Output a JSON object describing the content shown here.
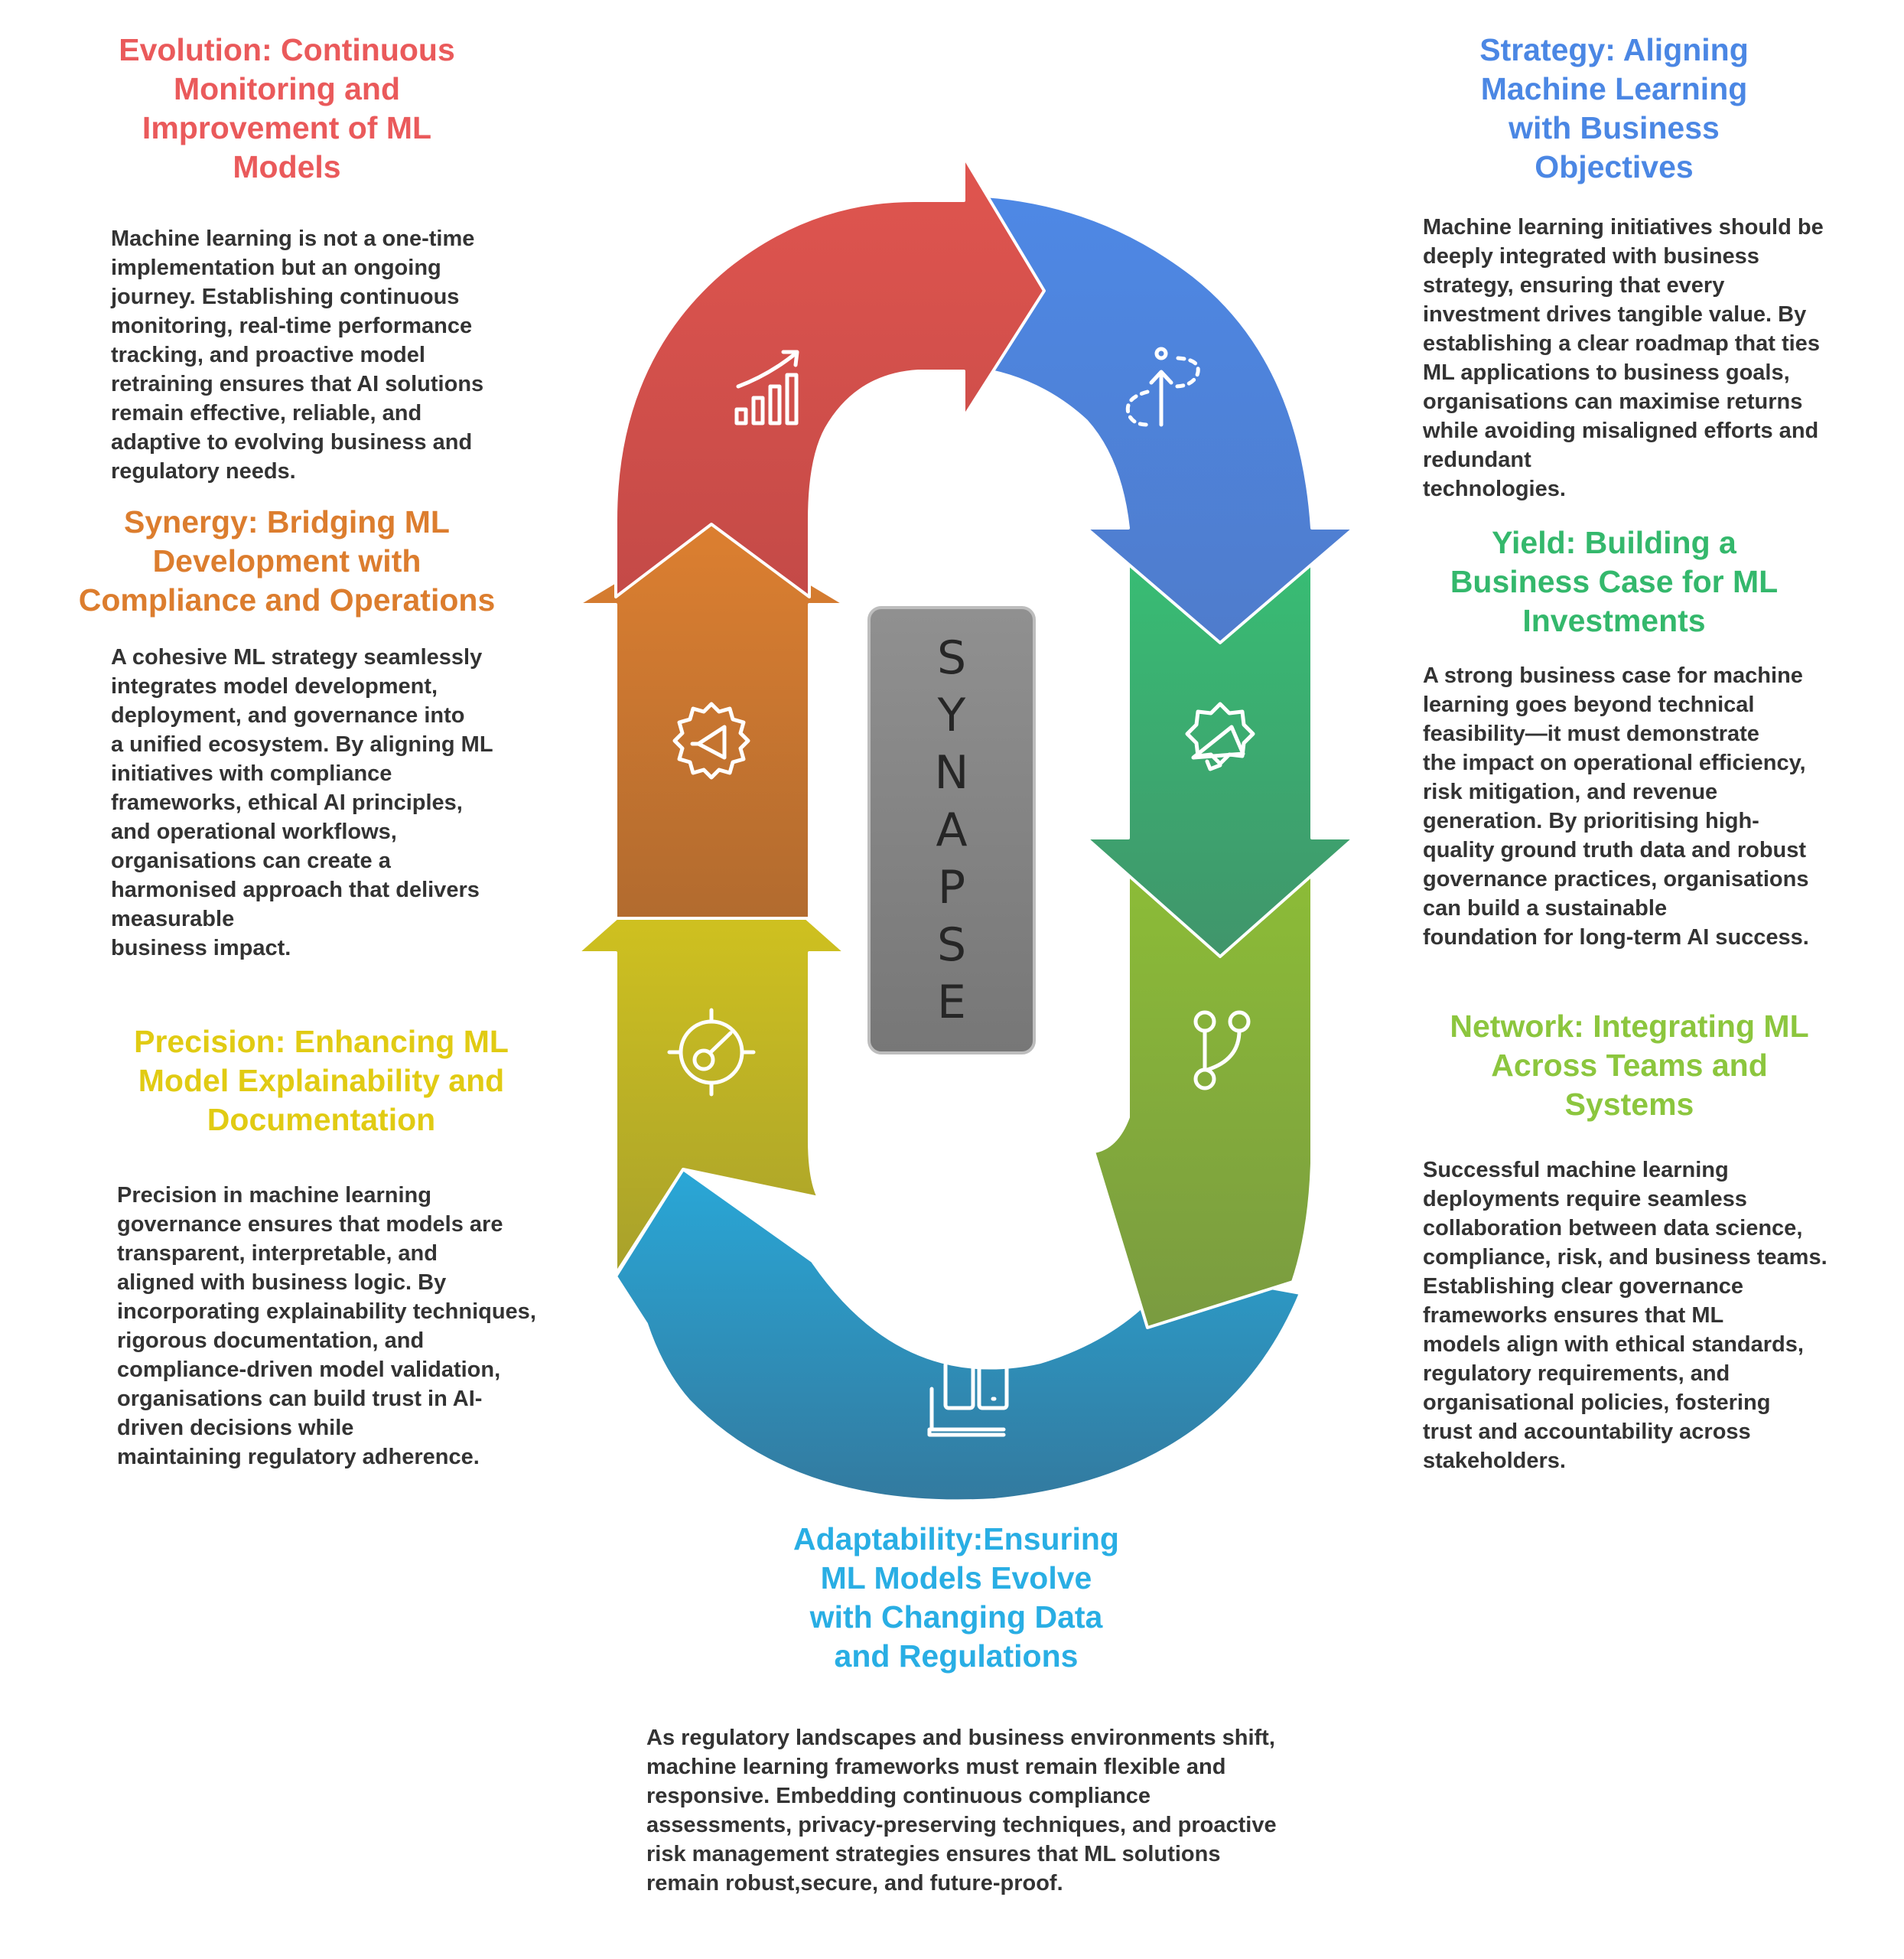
{
  "center": {
    "letters": [
      "S",
      "Y",
      "N",
      "A",
      "P",
      "S",
      "E"
    ]
  },
  "colors": {
    "evolution": "#ea5a5b",
    "strategy": "#4b87e4",
    "synergy": "#dc7d2e",
    "yield": "#34b86c",
    "precision": "#e1cb13",
    "network": "#8cc63e",
    "adaptability": "#29aee4",
    "body_text": "#333333",
    "center_box": "#858585"
  },
  "sections": {
    "evolution": {
      "icon": "chart-growth-icon",
      "title": "Evolution: Continuous\nMonitoring and\nImprovement of ML\nModels",
      "body": "Machine learning is not a one-time\nimplementation but an ongoing\njourney. Establishing continuous\nmonitoring, real-time performance\ntracking, and proactive model\nretraining ensures that AI solutions\nremain effective, reliable, and\nadaptive to evolving business and\nregulatory needs."
    },
    "strategy": {
      "icon": "path-direction-icon",
      "title": "Strategy: Aligning\nMachine Learning\nwith Business\nObjectives",
      "body": "Machine learning initiatives should be\ndeeply integrated with business\nstrategy, ensuring that every\ninvestment drives tangible value. By\nestablishing a clear roadmap that ties\nML applications to business goals,\norganisations can maximise returns\nwhile avoiding misaligned efforts and\nredundant\ntechnologies."
    },
    "synergy": {
      "icon": "gear-megaphone-icon",
      "title": "Synergy: Bridging ML\nDevelopment with\nCompliance and Operations",
      "body": "A cohesive ML strategy seamlessly\nintegrates model development,\ndeployment, and governance into\na unified ecosystem. By aligning ML\ninitiatives with compliance\nframeworks, ethical AI principles,\nand operational workflows,\norganisations can create a\nharmonised approach that delivers\nmeasurable\nbusiness impact."
    },
    "yield": {
      "icon": "badge-megaphone-icon",
      "title": "Yield: Building a\nBusiness Case for ML\nInvestments",
      "body": "A strong business case for machine\nlearning goes beyond technical\nfeasibility—it must demonstrate\nthe impact on operational efficiency,\nrisk mitigation, and revenue\ngeneration. By prioritising high-\nquality ground truth data and robust\ngovernance practices, organisations\ncan build a sustainable\nfoundation for long-term AI success."
    },
    "precision": {
      "icon": "target-crosshair-icon",
      "title": "Precision: Enhancing ML\nModel Explainability and\nDocumentation",
      "body": "Precision in machine learning\ngovernance ensures that models are\ntransparent, interpretable, and\naligned with business logic. By\nincorporating explainability techniques,\nrigorous documentation, and\ncompliance-driven model validation,\norganisations can build trust in AI-\ndriven decisions while\nmaintaining regulatory adherence."
    },
    "network": {
      "icon": "git-branch-icon",
      "title": "Network: Integrating ML\nAcross Teams and\nSystems",
      "body": "Successful machine learning\ndeployments require seamless\ncollaboration between data science,\ncompliance, risk, and business teams.\nEstablishing clear governance\nframeworks ensures that ML\nmodels align with ethical standards,\nregulatory requirements, and\norganisational policies, fostering\ntrust and accountability across\nstakeholders."
    },
    "adaptability": {
      "icon": "devices-icon",
      "title": "Adaptability:Ensuring\nML Models Evolve\nwith Changing Data\nand Regulations",
      "body": "As regulatory landscapes and business environments shift,\nmachine learning frameworks must remain flexible and\nresponsive. Embedding continuous compliance\nassessments, privacy-preserving techniques, and proactive\nrisk management strategies ensures that ML solutions\nremain robust,secure, and future-proof."
    }
  }
}
